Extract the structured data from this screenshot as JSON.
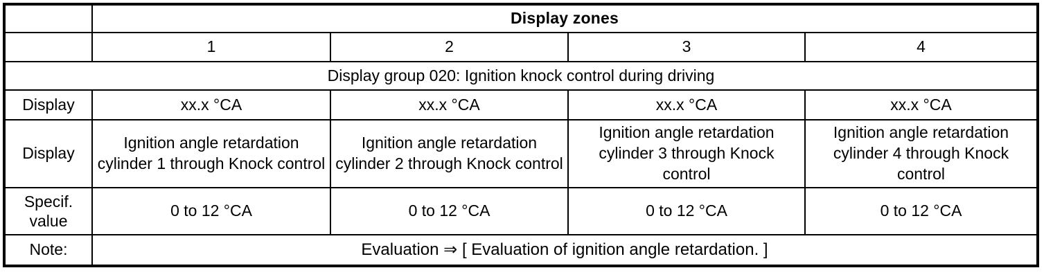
{
  "table": {
    "zones_header": "Display zones",
    "zone_numbers": [
      "1",
      "2",
      "3",
      "4"
    ],
    "group_row": "Display group 020: Ignition knock control during driving",
    "rows": [
      {
        "label": "Display",
        "values": [
          "xx.x °CA",
          "xx.x °CA",
          "xx.x °CA",
          "xx.x °CA"
        ]
      },
      {
        "label": "Display",
        "values": [
          "Ignition angle retardation cylinder 1 through Knock control",
          "Ignition angle retardation cylinder 2 through Knock control",
          "Ignition angle retardation cylinder 3 through Knock control",
          "Ignition angle retardation cylinder 4 through Knock control"
        ]
      },
      {
        "label": "Specif. value",
        "values": [
          "0 to 12 °CA",
          "0 to 12 °CA",
          "0 to 12 °CA",
          "0 to 12 °CA"
        ]
      }
    ],
    "note": {
      "label": "Note:",
      "text": "Evaluation ⇒ [ Evaluation of ignition angle retardation. ]"
    }
  }
}
